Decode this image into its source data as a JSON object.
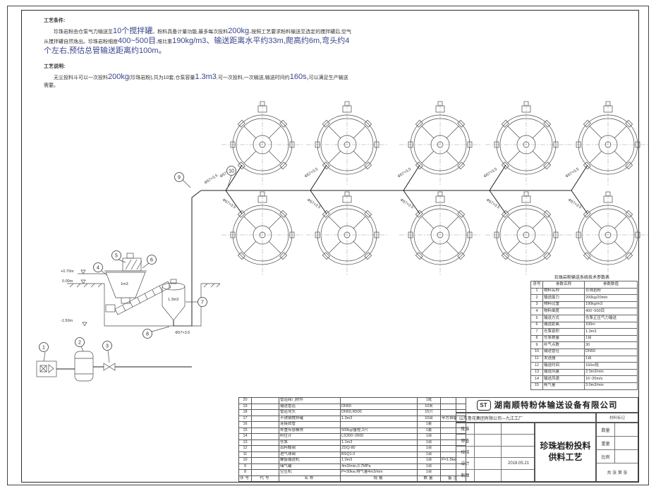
{
  "colors": {
    "background": "#ffffff",
    "frame": "#2b2b2b",
    "pipe": "#1f1f1f",
    "equipment_line": "#4a4a4a",
    "text": "#333333",
    "big_text": "#39458c"
  },
  "process": {
    "cond_title": "工艺条件:",
    "c1": "珍珠岩粉由仓泵气力输送至",
    "c2": "10个搅拌罐",
    "c3": "。粉料具备计量功能,最多每次投料",
    "c4": "200kg.",
    "c5": "按照工艺要求粉料输送至选定的搅拌罐后,空气从搅拌罐自然逸出。珍珠岩粉细度",
    "c6": "400~500目",
    "c7": ",堆比重",
    "c8": "190kg/m3、输送距离水平约33m,爬高约6m,弯头约4个左右,预估总管输送距离约100m。",
    "note_title": "工艺说明:",
    "n1": "无尘投料斗可以一次投料",
    "n2": "200kg",
    "n3": "(珍珠岩粉),共为10套,仓泵容量",
    "n4": "1.3m3",
    "n5": ",可一次投料,一次输送,输送时间约",
    "n6": "160s,",
    "n7": "可以满足生产输送需要。"
  },
  "diagram": {
    "pipe_label": "Φ57×3.5",
    "balloons": [
      "1",
      "2",
      "3",
      "4",
      "5",
      "6",
      "7",
      "8",
      "9",
      "10"
    ],
    "hopper_label": "1m3",
    "vessel_label": "1.3m3",
    "elev_top": "+0.70m",
    "elev_ground": "0.00m",
    "elev_pit": "-1.50m"
  },
  "param": {
    "title": "珍珠岩粉输送系统技术参数表",
    "headers": [
      "序号",
      "参数名称",
      "参数数值"
    ],
    "rows": [
      [
        "1",
        "物料名称",
        "珍珠岩粉"
      ],
      [
        "2",
        "输送能力",
        "200kg/20min"
      ],
      [
        "3",
        "物料比重",
        "190kg/m3"
      ],
      [
        "4",
        "物料细度",
        "400~500目"
      ],
      [
        "5",
        "输送方式",
        "仓泵正压气力输送"
      ],
      [
        "6",
        "输送距离",
        "100m"
      ],
      [
        "7",
        "仓泵容积",
        "1.3m3"
      ],
      [
        "8",
        "仓泵数量",
        "1台"
      ],
      [
        "9",
        "补气点数",
        "30"
      ],
      [
        "10",
        "输送管径",
        "DN50"
      ],
      [
        "11",
        "发送器",
        "1台"
      ],
      [
        "12",
        "输送时间",
        "160s/批"
      ],
      [
        "13",
        "输送风量",
        "2.3m3/min"
      ],
      [
        "14",
        "输送风速",
        "16~20m/s"
      ],
      [
        "15",
        "耗气量",
        "3.0m3/min"
      ]
    ]
  },
  "bom": {
    "headers": [
      "序号",
      "代号",
      "名称",
      "规格",
      "数量",
      "备注"
    ],
    "rows": [
      {
        "no": "20",
        "code": "",
        "name": "管道阀门附件",
        "spec": "",
        "qty": "1批",
        "note": ""
      },
      {
        "no": "19",
        "code": "",
        "name": "输送管道",
        "spec": "DN50",
        "qty": "10米",
        "note": ""
      },
      {
        "no": "18",
        "code": "",
        "name": "管道弯头",
        "spec": "DN50,R500",
        "qty": "15只",
        "note": ""
      },
      {
        "no": "17",
        "code": "",
        "name": "不锈钢搅拌罐",
        "spec": "1.3m3",
        "qty": "10台",
        "note": "甲方自备"
      },
      {
        "no": "16",
        "code": "",
        "name": "连接软管",
        "spec": "",
        "qty": "1套",
        "note": ""
      },
      {
        "no": "15",
        "code": "",
        "name": "称重传感模块",
        "spec": "500kg/量程,3只",
        "qty": "1套",
        "note": ""
      },
      {
        "no": "14",
        "code": "",
        "name": "料位计",
        "spec": "LS300~2600",
        "qty": "1台",
        "note": ""
      },
      {
        "no": "13",
        "code": "",
        "name": "仓泵",
        "spec": "1.1m3",
        "qty": "1台",
        "note": ""
      },
      {
        "no": "12",
        "code": "",
        "name": "出料蝶阀",
        "spec": "ZDQ-80",
        "qty": "1台",
        "note": ""
      },
      {
        "no": "11",
        "code": "",
        "name": "进气球阀",
        "spec": "BSQ1.0",
        "qty": "1台",
        "note": ""
      },
      {
        "no": "10",
        "code": "",
        "name": "螺旋输送机",
        "spec": "1.0m3",
        "qty": "1台",
        "note": "P=1.5kw"
      },
      {
        "no": "9",
        "code": "",
        "name": "储气罐",
        "spec": "4m3/min,0.7MPa",
        "qty": "1台",
        "note": ""
      },
      {
        "no": "8",
        "code": "",
        "name": "空压机",
        "spec": "P=30kw,排气量4m3/min",
        "qty": "1台",
        "note": ""
      }
    ]
  },
  "titleblock": {
    "logo": "ST",
    "company": "湖南顺特粉体输送设备有限公司",
    "client": "山东鲁花集团有限公司—九江工厂",
    "drawing_title": "珍珠岩粉投料供料工艺",
    "material_label": "材料标记",
    "sign_rows": [
      {
        "label": "批准",
        "sign": "",
        "date": ""
      },
      {
        "label": "审查",
        "sign": "",
        "date": ""
      },
      {
        "label": "校核",
        "sign": "",
        "date": ""
      },
      {
        "label": "设计",
        "sign": "",
        "date": "2018.05.21"
      },
      {
        "label": "制图",
        "sign": "",
        "date": ""
      }
    ],
    "attrs": [
      {
        "label": "数量",
        "value": ""
      },
      {
        "label": "重量",
        "value": ""
      },
      {
        "label": "比例",
        "value": ""
      }
    ],
    "sheet": "共  张  第  张"
  }
}
